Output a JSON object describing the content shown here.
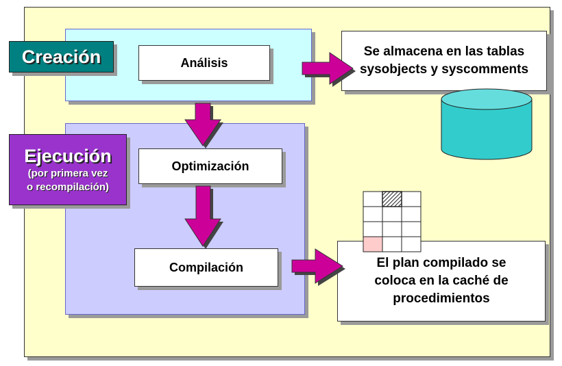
{
  "labels": {
    "creacion": "Creación",
    "ejecucion": "Ejecución",
    "ejecucion_sub_1": "(por primera vez",
    "ejecucion_sub_2": "o recompilación)"
  },
  "steps": {
    "analisis": "Análisis",
    "optimizacion": "Optimización",
    "compilacion": "Compilación"
  },
  "outputs": {
    "storage_line_1": "Se almacena en las tablas",
    "storage_line_2": "sysobjects y syscomments",
    "plan_line_1": "El plan compilado se",
    "plan_line_2": "coloca en la caché de",
    "plan_line_3": "procedimientos"
  },
  "colors": {
    "stage": "#ffffcc",
    "creacion_region": "#ccffff",
    "ejecucion_region": "#ccccff",
    "creacion_label": "#008080",
    "ejecucion_label": "#9933cc",
    "arrow": "#cc0099",
    "database": "#33cccc",
    "highlight_cell": "#ffcccc"
  },
  "icons": [
    "database-icon",
    "cache-grid-icon"
  ]
}
